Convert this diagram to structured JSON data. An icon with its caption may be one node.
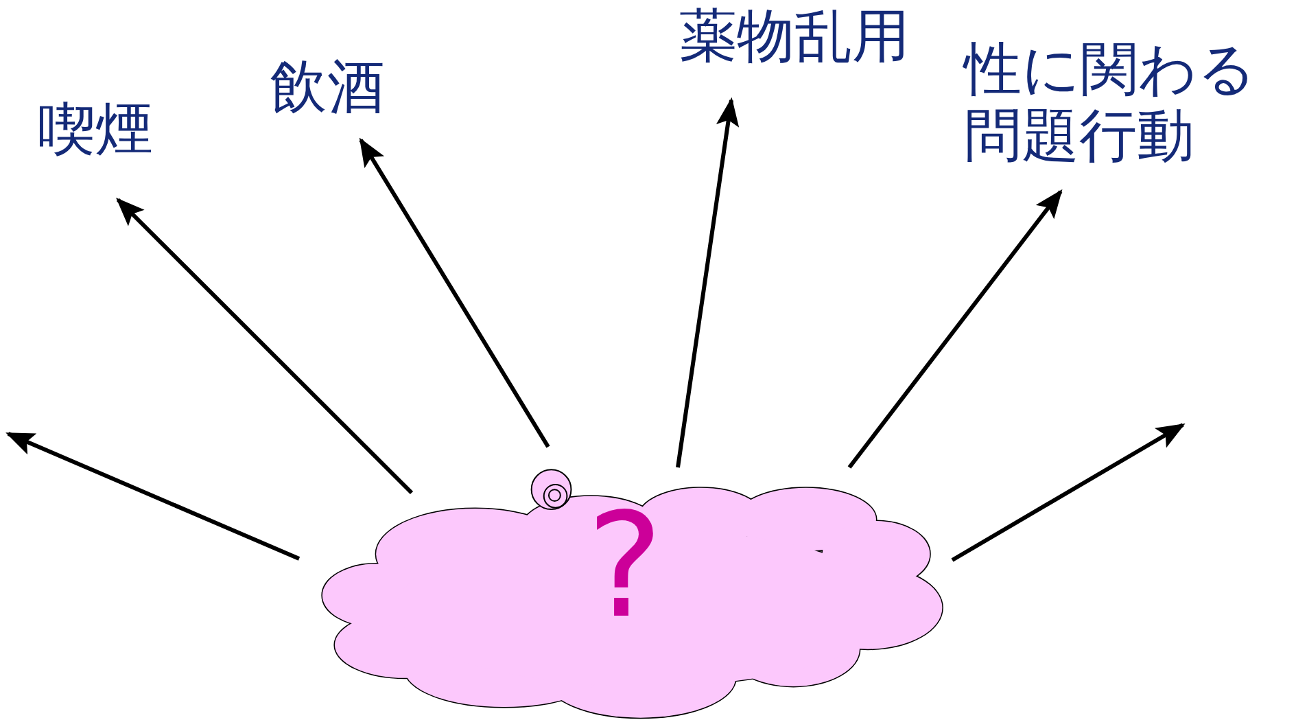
{
  "diagram": {
    "nodes": [
      {
        "text": [
          "?"
        ]
      },
      {
        "text": [
          "喫煙"
        ]
      },
      {
        "text": [
          "飲酒"
        ]
      },
      {
        "text": [
          "薬物乱用"
        ]
      },
      {
        "text": [
          "性に関わる問題行動"
        ]
      }
    ],
    "edges": [
      {
        "from": 0,
        "to": null,
        "arrow": "to"
      },
      {
        "from": 0,
        "to": 1,
        "arrow": "to"
      },
      {
        "from": 0,
        "to": 2,
        "arrow": "to"
      },
      {
        "from": 0,
        "to": 3,
        "arrow": "to"
      },
      {
        "from": 0,
        "to": 4,
        "arrow": "to"
      },
      {
        "from": 0,
        "to": null,
        "arrow": "to"
      }
    ]
  }
}
